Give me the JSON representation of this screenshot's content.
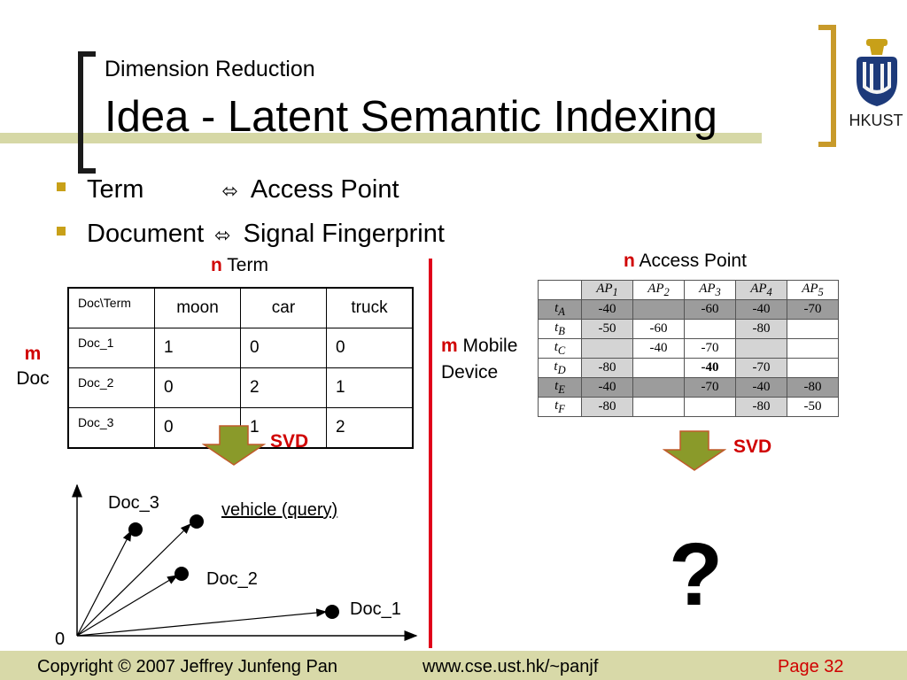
{
  "header": {
    "subtitle": "Dimension Reduction",
    "title": "Idea - Latent Semantic Indexing",
    "logo_text": "HKUST"
  },
  "bullets": [
    {
      "left": "Term",
      "arrow": "⬄",
      "right": "Access Point"
    },
    {
      "left": "Document",
      "arrow": "⬄",
      "right": "Signal Fingerprint"
    }
  ],
  "term_matrix": {
    "top_label_var": "n",
    "top_label": "Term",
    "side_label_var": "m",
    "side_label": "Doc",
    "corner": "Doc\\Term",
    "columns": [
      "moon",
      "car",
      "truck"
    ],
    "rows": [
      {
        "name": "Doc_1",
        "values": [
          "1",
          "0",
          "0"
        ]
      },
      {
        "name": "Doc_2",
        "values": [
          "0",
          "2",
          "1"
        ]
      },
      {
        "name": "Doc_3",
        "values": [
          "0",
          "1",
          "2"
        ]
      }
    ],
    "svd_label": "SVD"
  },
  "fingerprint_matrix": {
    "top_label_var": "n",
    "top_label": "Access Point",
    "side_label_var": "m",
    "side_label_line1": "Mobile",
    "side_label_line2": "Device",
    "columns": [
      {
        "base": "AP",
        "sub": "1"
      },
      {
        "base": "AP",
        "sub": "2"
      },
      {
        "base": "AP",
        "sub": "3"
      },
      {
        "base": "AP",
        "sub": "4"
      },
      {
        "base": "AP",
        "sub": "5"
      }
    ],
    "rows": [
      {
        "base": "t",
        "sub": "A",
        "values": [
          "-40",
          "",
          "-60",
          "-40",
          "-70"
        ]
      },
      {
        "base": "t",
        "sub": "B",
        "values": [
          "-50",
          "-60",
          "",
          "-80",
          ""
        ]
      },
      {
        "base": "t",
        "sub": "C",
        "values": [
          "",
          "-40",
          "-70",
          "",
          ""
        ]
      },
      {
        "base": "t",
        "sub": "D",
        "values": [
          "-80",
          "",
          "-40",
          "-70",
          ""
        ]
      },
      {
        "base": "t",
        "sub": "E",
        "values": [
          "-40",
          "",
          "-70",
          "-40",
          "-80"
        ]
      },
      {
        "base": "t",
        "sub": "F",
        "values": [
          "-80",
          "",
          "",
          "-80",
          "-50"
        ]
      }
    ],
    "svd_label": "SVD",
    "unknown": "?"
  },
  "vector_plot": {
    "origin": "0",
    "labels": {
      "doc3": "Doc_3",
      "query": "vehicle (query)",
      "doc2": "Doc_2",
      "doc1": "Doc_1"
    }
  },
  "footer": {
    "copyright": "Copyright © 2007 Jeffrey Junfeng Pan",
    "url": "www.cse.ust.hk/~panjf",
    "page": "Page 32"
  },
  "colors": {
    "accent_red": "#d00000",
    "svd_arrow": "#8a9a2a",
    "bullet": "#c8a018",
    "band": "#d8d9a8"
  }
}
